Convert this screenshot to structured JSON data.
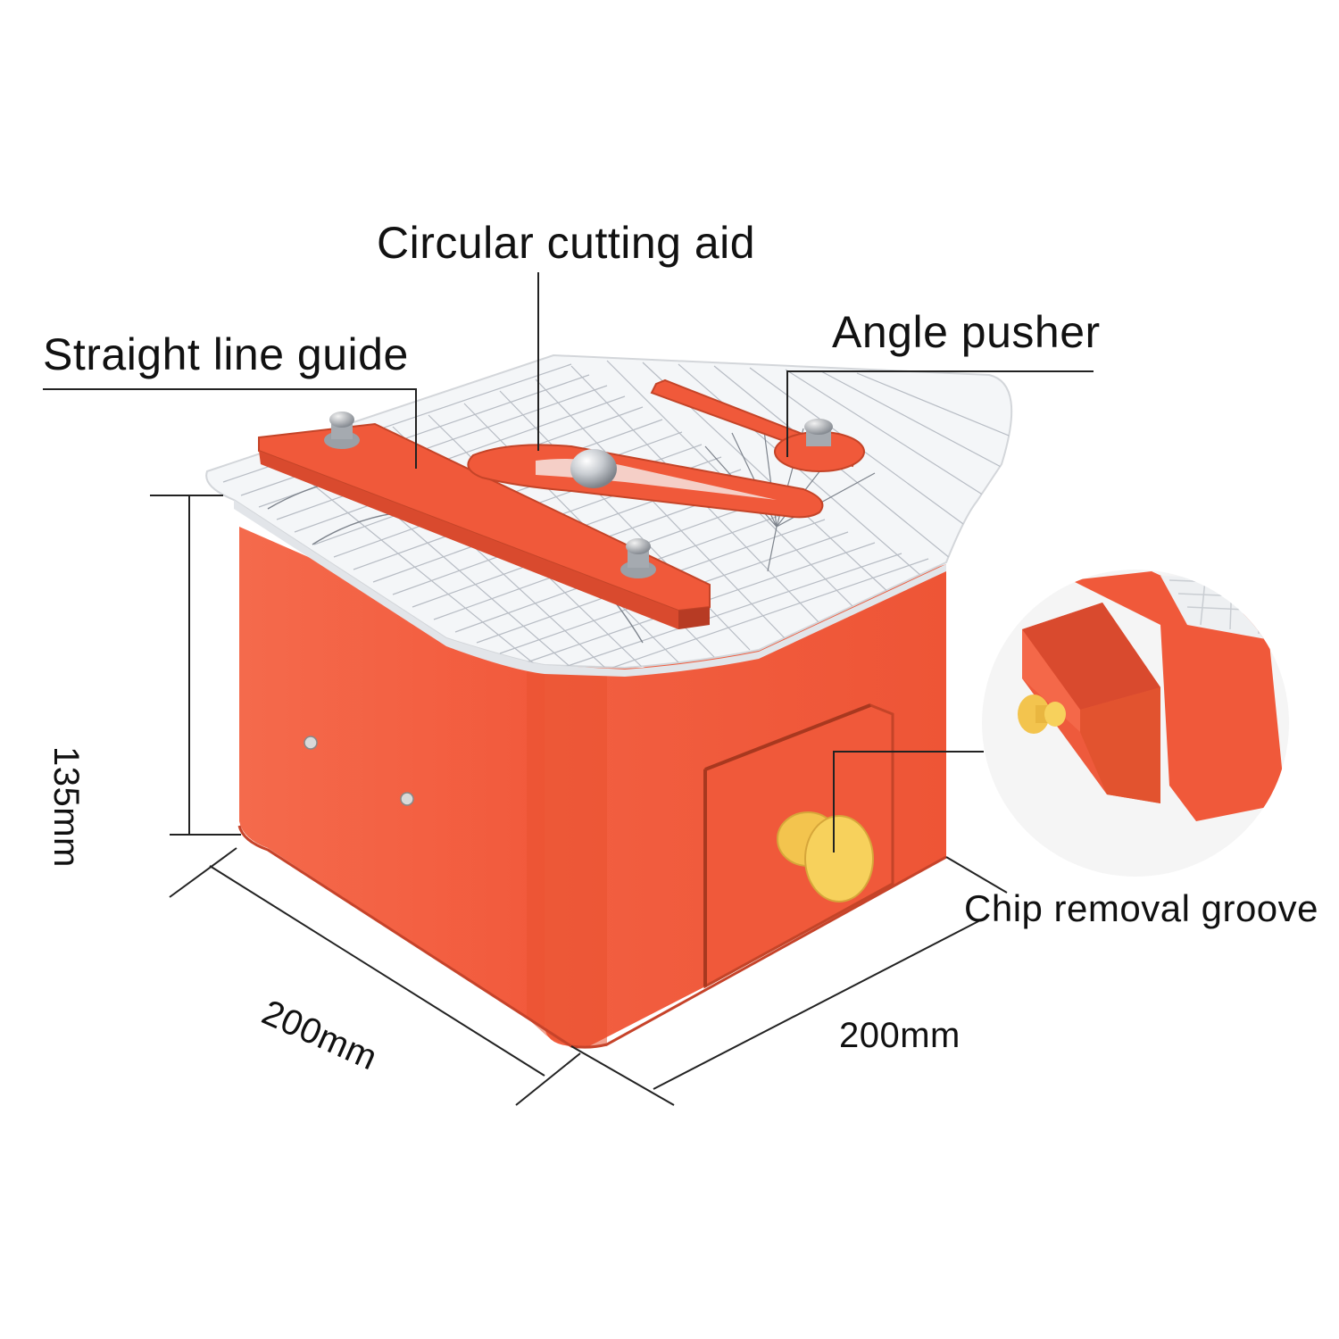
{
  "labels": {
    "circular_cutting_aid": "Circular cutting aid",
    "straight_line_guide": "Straight line guide",
    "angle_pusher": "Angle pusher",
    "chip_removal_groove": "Chip removal groove"
  },
  "dimensions": {
    "height": "135mm",
    "width_left": "200mm",
    "width_right": "200mm"
  },
  "colors": {
    "body_orange": "#f0583a",
    "body_shadow": "#d94a2e",
    "table_white": "#f4f6f8",
    "grid_line": "#b7bcc4",
    "knob_yellow": "#f2c94c",
    "metal": "#b9bdc2",
    "line": "#222222"
  }
}
